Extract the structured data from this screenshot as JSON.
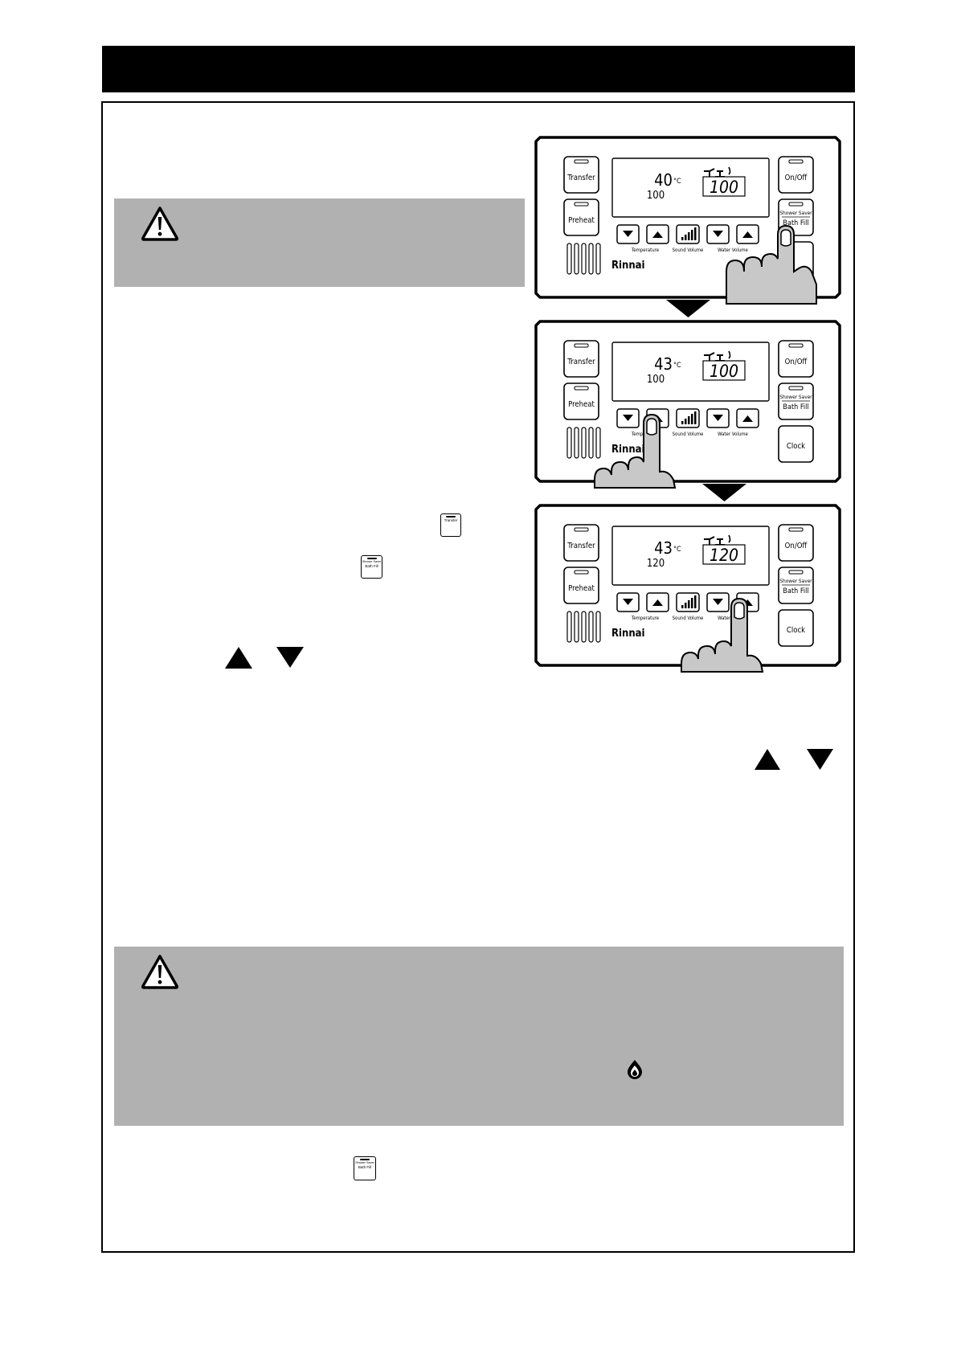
{
  "brand": "Rinnai",
  "panels": [
    {
      "temperature": "40",
      "temp_unit": "°C",
      "set_value": "100",
      "lcd_value": "100",
      "press": "bath_fill"
    },
    {
      "temperature": "43",
      "temp_unit": "°C",
      "set_value": "100",
      "lcd_value": "100",
      "press": "temp_up"
    },
    {
      "temperature": "43",
      "temp_unit": "°C",
      "set_value": "120",
      "lcd_value": "120",
      "press": "water_up"
    }
  ],
  "keys": {
    "transfer": "Transfer",
    "preheat": "Preheat",
    "on_off": "On/Off",
    "shower_saver": "Shower Saver",
    "bath_fill": "Bath Fill",
    "clock": "Clock",
    "temperature": "Temperature",
    "sound_volume": "Sound Volume",
    "water_volume": "Water Volume"
  },
  "icons": {
    "caution": "caution-triangle-icon",
    "up": "triangle-up-icon",
    "down": "triangle-down-icon",
    "flame": "flame-icon",
    "arrow": "arrow-down-icon"
  },
  "colors": {
    "title_bar": "#000000",
    "caution_bg": "#b1b1b1",
    "hand_fill": "#c8c8c8"
  }
}
